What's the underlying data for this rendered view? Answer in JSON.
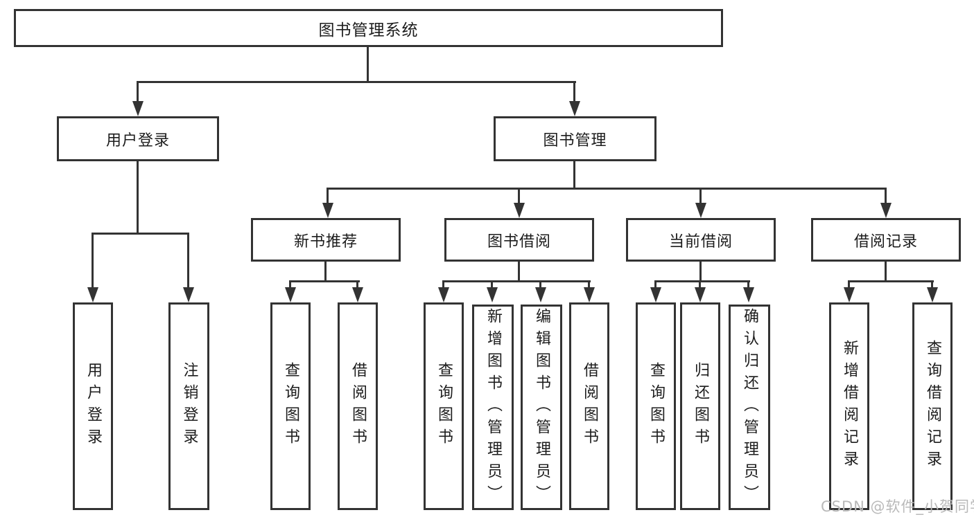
{
  "diagram": {
    "root": {
      "label": "图书管理系统"
    },
    "branches": [
      {
        "label": "用户登录",
        "children": [
          {
            "label": "用户登录"
          },
          {
            "label": "注销登录"
          }
        ]
      },
      {
        "label": "图书管理",
        "children": [
          {
            "label": "新书推荐",
            "children": [
              {
                "label": "查询图书"
              },
              {
                "label": "借阅图书"
              }
            ]
          },
          {
            "label": "图书借阅",
            "children": [
              {
                "label": "查询图书"
              },
              {
                "label": "新增图书（管理员）"
              },
              {
                "label": "编辑图书（管理员）"
              },
              {
                "label": "借阅图书"
              }
            ]
          },
          {
            "label": "当前借阅",
            "children": [
              {
                "label": "查询图书"
              },
              {
                "label": "归还图书"
              },
              {
                "label": "确认归还（管理员）"
              }
            ]
          },
          {
            "label": "借阅记录",
            "children": [
              {
                "label": "新增借阅记录"
              },
              {
                "label": "查询借阅记录"
              }
            ]
          }
        ]
      }
    ]
  },
  "watermark": {
    "text": "CSDN @软件_小贺同学"
  },
  "colors": {
    "line": "#333333",
    "text": "#1c1c1c",
    "watermark": "#b9b9b9",
    "background": "#ffffff"
  }
}
